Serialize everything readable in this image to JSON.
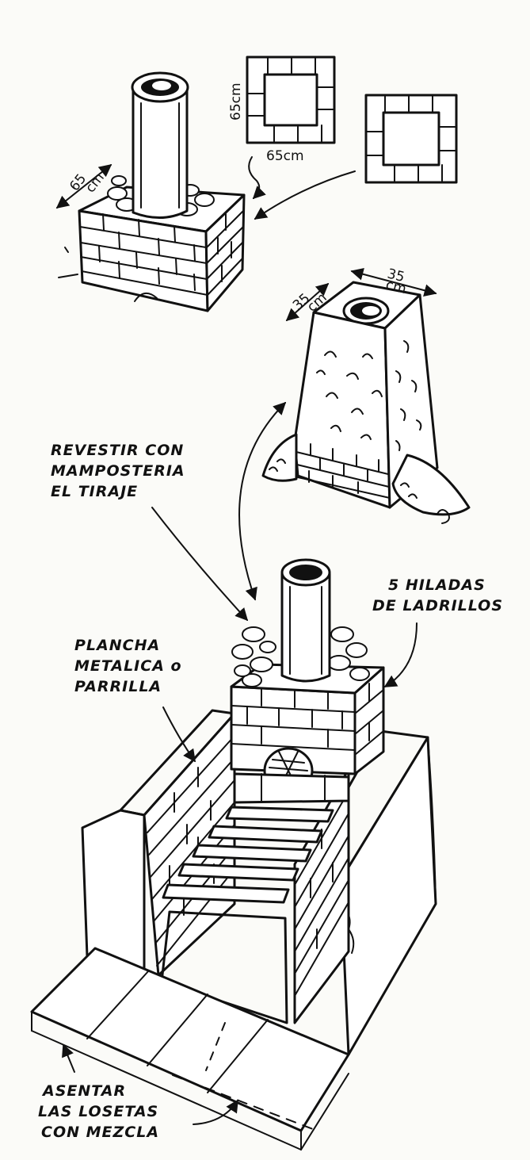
{
  "dimensions": {
    "base_top_width": "65",
    "base_top_unit": "cm",
    "plan_side": "65cm",
    "plan_front": "65cm",
    "chimney_left": "35",
    "chimney_left_unit": "cm",
    "chimney_right": "35",
    "chimney_right_unit": "cm"
  },
  "labels": {
    "revestir": [
      "REVESTIR CON",
      "MAMPOSTERIA",
      "EL TIRAJE"
    ],
    "hiladas": [
      "5 HILADAS",
      "DE LADRILLOS"
    ],
    "plancha": [
      "PLANCHA",
      "METALICA o",
      "PARRILLA"
    ],
    "asentar": [
      "ASENTAR",
      "LAS LOSETAS",
      "CON MEZCLA"
    ]
  }
}
